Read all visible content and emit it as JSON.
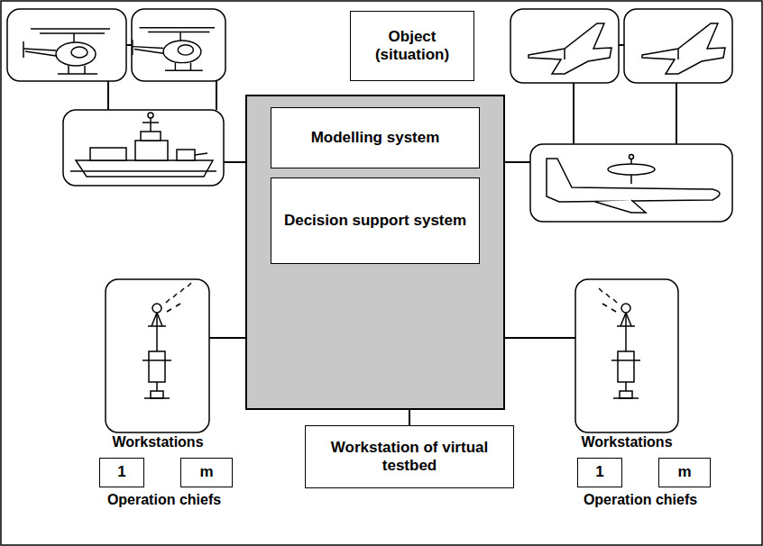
{
  "diagram": {
    "nodes": [
      {
        "text": [
          "Object (situation)"
        ]
      },
      {
        "text": []
      },
      {
        "text": [
          "Modelling system"
        ],
        "in": 1
      },
      {
        "text": [
          "Decision support system"
        ],
        "in": 1
      },
      {
        "text": [
          "1"
        ]
      },
      {
        "text": [
          "m"
        ]
      },
      {
        "text": [
          "Workstation of virtual testbed"
        ]
      },
      {
        "text": [
          "1"
        ]
      },
      {
        "text": [
          "m"
        ]
      }
    ],
    "edges": [
      {
        "from": 1,
        "to": 6,
        "arrow": "none"
      }
    ],
    "labels": [
      "Workstations",
      "Operation chiefs",
      "Workstations",
      "Operation chiefs"
    ]
  }
}
